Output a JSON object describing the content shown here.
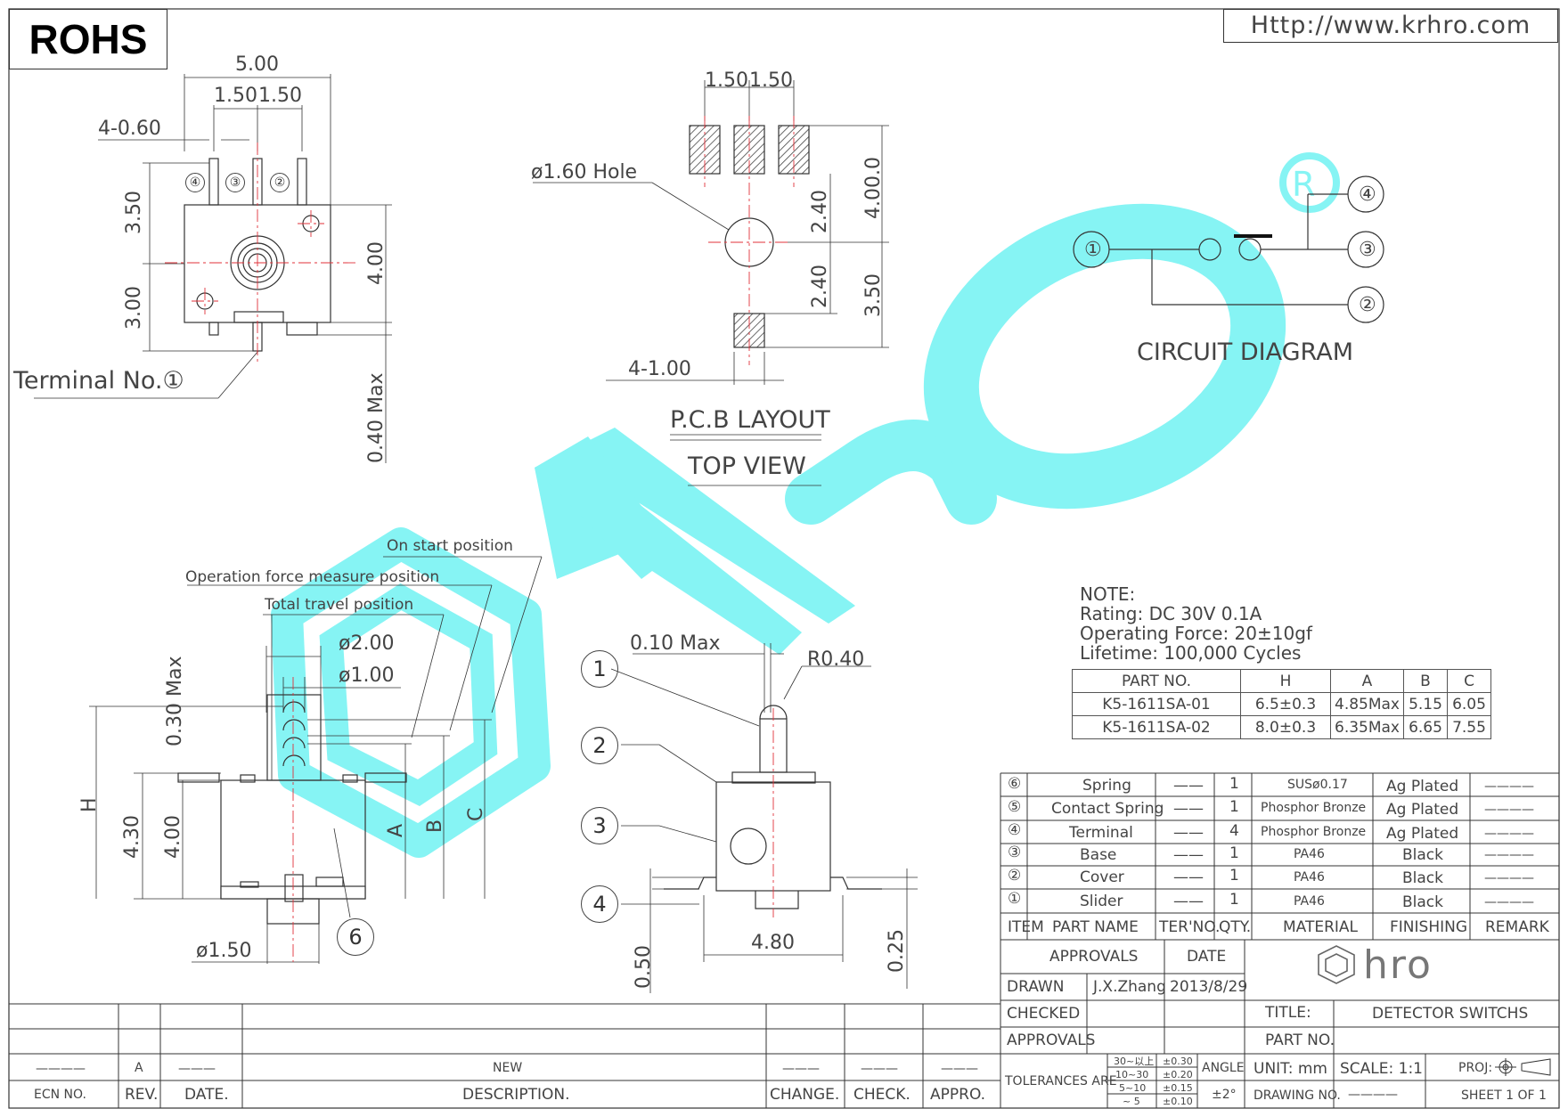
{
  "header": {
    "rohs": "ROHS",
    "url": "Http://www.krhro.com"
  },
  "drawing": {
    "top_dims": {
      "overall_width": "5.00",
      "pitch_left": "1.50",
      "pitch_right": "1.50",
      "terminal_width": "4-0.60",
      "height_top": "3.50",
      "height_bottom": "3.00",
      "body_height": "4.00",
      "max_protrusion": "0.40 Max",
      "terminal_label": "Terminal No.①",
      "pins_left": [
        "④",
        "③"
      ],
      "pins_right": [
        "②"
      ]
    },
    "pcb": {
      "pitch_left": "1.50",
      "pitch_right": "1.50",
      "hole_label": "ø1.60 Hole",
      "dim_upper": "2.40",
      "dim_lower": "2.40",
      "dim_right_top": "4.00.0",
      "dim_right_bottom": "3.50",
      "pad_width": "4-1.00",
      "title": "P.C.B LAYOUT",
      "subtitle": "TOP VIEW"
    },
    "circuit": {
      "title": "CIRCUIT DIAGRAM",
      "nodes": [
        "①",
        "②",
        "③",
        "④"
      ]
    },
    "side_view": {
      "labels": {
        "on_start": "On start position",
        "operation_force": "Operation force measure position",
        "total_travel": "Total travel position",
        "d2": "ø2.00",
        "d1": "ø1.00",
        "d150": "ø1.50",
        "max030": "0.30 Max",
        "h": "H",
        "h430": "4.30",
        "h400": "4.00",
        "a": "A",
        "b": "B",
        "c": "C",
        "item6": "6"
      }
    },
    "detail_view": {
      "max010": "0.10 Max",
      "r040": "R0.40",
      "w480": "4.80",
      "h050": "0.50",
      "h025": "0.25",
      "callouts": [
        "1",
        "2",
        "3",
        "4"
      ]
    }
  },
  "notes": {
    "heading": "NOTE:",
    "lines": [
      "Rating: DC 30V 0.1A",
      "Operating Force: 20±10gf",
      "Lifetime: 100,000 Cycles"
    ]
  },
  "part_table": {
    "headers": [
      "PART NO.",
      "H",
      "A",
      "B",
      "C"
    ],
    "rows": [
      [
        "K5-1611SA-01",
        "6.5±0.3",
        "4.85Max",
        "5.15",
        "6.05"
      ],
      [
        "K5-1611SA-02",
        "8.0±0.3",
        "6.35Max",
        "6.65",
        "7.55"
      ]
    ]
  },
  "bom": {
    "headers": [
      "ITEM",
      "PART NAME",
      "TER'NO.",
      "QTY.",
      "MATERIAL",
      "FINISHING",
      "REMARK"
    ],
    "rows": [
      {
        "item": "⑥",
        "name": "Spring",
        "ter": "——",
        "qty": "1",
        "material": "SUSø0.17",
        "finishing": "Ag Plated",
        "remark": "————"
      },
      {
        "item": "⑤",
        "name": "Contact Spring",
        "ter": "——",
        "qty": "1",
        "material": "Phosphor Bronze",
        "finishing": "Ag Plated",
        "remark": "————"
      },
      {
        "item": "④",
        "name": "Terminal",
        "ter": "——",
        "qty": "4",
        "material": "Phosphor Bronze",
        "finishing": "Ag Plated",
        "remark": "————"
      },
      {
        "item": "③",
        "name": "Base",
        "ter": "——",
        "qty": "1",
        "material": "PA46",
        "finishing": "Black",
        "remark": "————"
      },
      {
        "item": "②",
        "name": "Cover",
        "ter": "——",
        "qty": "1",
        "material": "PA46",
        "finishing": "Black",
        "remark": "————"
      },
      {
        "item": "①",
        "name": "Slider",
        "ter": "——",
        "qty": "1",
        "material": "PA46",
        "finishing": "Black",
        "remark": "————"
      }
    ]
  },
  "title_block": {
    "approvals_head": "APPROVALS",
    "date_head": "DATE",
    "drawn": "DRAWN",
    "drawn_by": "J.X.Zhang",
    "drawn_date": "2013/8/29",
    "checked": "CHECKED",
    "approvals": "APPROVALS",
    "title_label": "TITLE:",
    "title_value": "DETECTOR SWITCHS",
    "part_no_label": "PART NO.",
    "tolerances_label": "TOLERANCES ARE",
    "tolerances": [
      {
        "range": "30~以上",
        "tol": "±0.30"
      },
      {
        "range": "10~30",
        "tol": "±0.20"
      },
      {
        "range": "5~10",
        "tol": "±0.15"
      },
      {
        "range": "~ 5",
        "tol": "±0.10"
      }
    ],
    "angle_label": "ANGLE",
    "angle_value": "±2°",
    "unit": "UNIT: mm",
    "scale": "SCALE:  1:1",
    "proj": "PROJ:",
    "drawing_no": "DRAWING NO.",
    "drawing_no_value": "————",
    "sheet": "SHEET  1 OF 1",
    "logo": "hro"
  },
  "revision": {
    "headers": [
      "ECN NO.",
      "REV.",
      "DATE.",
      "DESCRIPTION.",
      "CHANGE.",
      "CHECK.",
      "APPRO."
    ],
    "row": [
      "————",
      "A",
      "———",
      "NEW",
      "———",
      "———",
      "———"
    ]
  },
  "watermark": "hro",
  "colors": {
    "line": "#333333",
    "centerline": "#e0323a",
    "watermark": "#5ef0f0",
    "hatch": "#333333"
  }
}
